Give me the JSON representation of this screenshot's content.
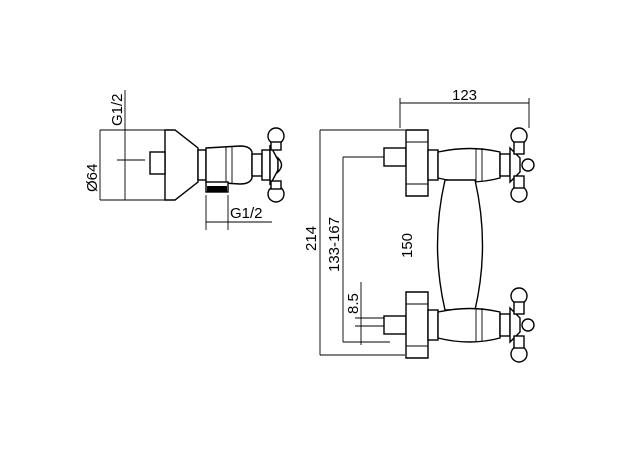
{
  "dimensions": {
    "side_thread_top": "G1/2",
    "side_diameter": "Ø64",
    "side_thread_bottom": "G1/2",
    "front_width": "123",
    "front_height_total": "214",
    "front_centers_range": "133-167",
    "front_centers": "150",
    "front_offset": "8.5"
  }
}
